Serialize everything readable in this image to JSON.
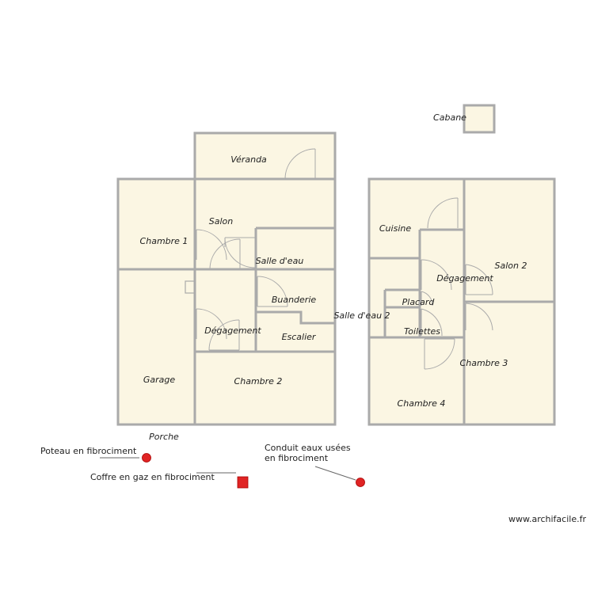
{
  "rooms": {
    "veranda": "Véranda",
    "chambre1": "Chambre 1",
    "salon": "Salon",
    "salle_eau": "Salle d'eau",
    "buanderie": "Buanderie",
    "degagement": "Dégagement",
    "escalier": "Escalier",
    "garage": "Garage",
    "chambre2": "Chambre 2",
    "porche": "Porche",
    "cabane": "Cabane",
    "cuisine": "Cuisine",
    "salon2": "Salon 2",
    "degagement2": "Dégagement",
    "placard": "Placard",
    "salle_eau2": "Salle d'eau 2",
    "toilettes": "Toilettes",
    "chambre3": "Chambre 3",
    "chambre4": "Chambre 4"
  },
  "annotations": {
    "poteau": "Poteau en fibrociment",
    "coffre": "Coffre en gaz en fibrociment",
    "conduit_line1": "Conduit eaux usées",
    "conduit_line2": "en fibrociment"
  },
  "colors": {
    "room_fill": "#fbf6e3",
    "wall": "#aaaaaa",
    "marker": "#e02424"
  },
  "footer": {
    "watermark": "www.archifacile.fr"
  }
}
